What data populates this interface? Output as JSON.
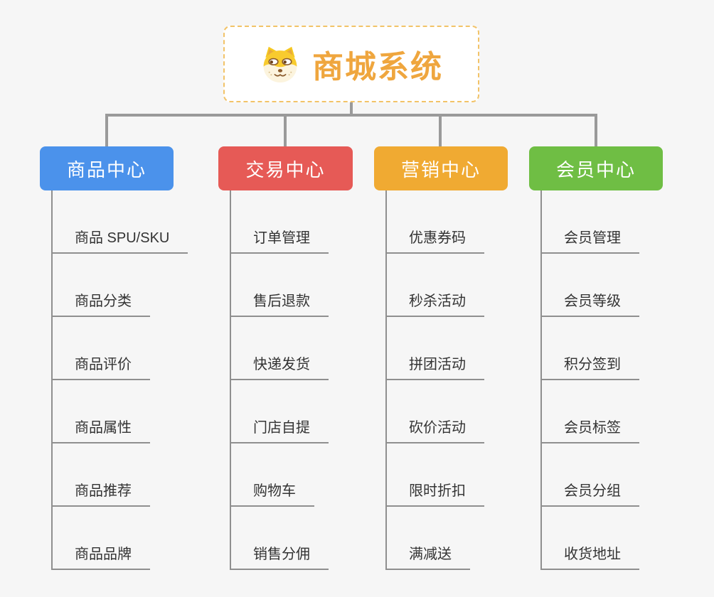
{
  "root": {
    "title": "商城系统",
    "icon": "shiba-dog-face"
  },
  "colors": {
    "background": "#F6F6F6",
    "root_border": "#F2C368",
    "root_text": "#EFA63E",
    "connector": "#9A9A9A",
    "sub_line": "#8F8F8F",
    "sub_text": "#333333"
  },
  "branches": [
    {
      "label": "商品中心",
      "color": "#4B92EB",
      "items": [
        "商品 SPU/SKU",
        "商品分类",
        "商品评价",
        "商品属性",
        "商品推荐",
        "商品品牌"
      ]
    },
    {
      "label": "交易中心",
      "color": "#E65A56",
      "items": [
        "订单管理",
        "售后退款",
        "快递发货",
        "门店自提",
        "购物车",
        "销售分佣"
      ]
    },
    {
      "label": "营销中心",
      "color": "#F0AA32",
      "items": [
        "优惠券码",
        "秒杀活动",
        "拼团活动",
        "砍价活动",
        "限时折扣",
        "满减送"
      ]
    },
    {
      "label": "会员中心",
      "color": "#6FBE44",
      "items": [
        "会员管理",
        "会员等级",
        "积分签到",
        "会员标签",
        "会员分组",
        "收货地址"
      ]
    }
  ]
}
